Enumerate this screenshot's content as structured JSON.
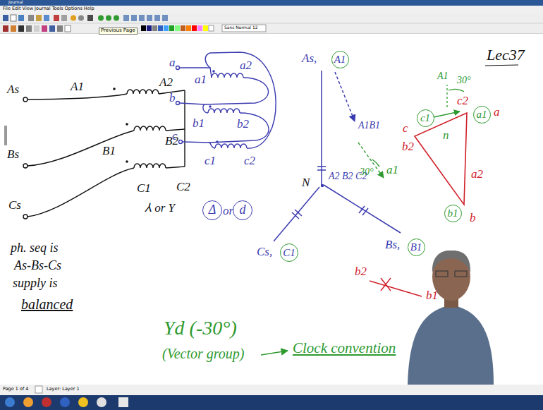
{
  "diagram": {
    "nodes": [
      {
        "text": [
          "Δ"
        ]
      },
      {
        "text": [
          "d"
        ]
      },
      {
        "text": [
          "A1"
        ]
      },
      {
        "text": [
          "B1"
        ]
      },
      {
        "text": [
          "C1"
        ]
      },
      {
        "text": [
          "a1"
        ]
      },
      {
        "text": [
          "c1"
        ]
      },
      {
        "text": [
          "b1"
        ]
      }
    ],
    "labels": [
      "Journal",
      "File Edit View Journal Tools Options Help",
      "Previous Page",
      "Sans Normal 12",
      "Lec37",
      "As",
      "A1",
      "A2",
      "Bs",
      "B1",
      "B2",
      "Cs",
      "C1",
      "C2",
      "⅄ or Y",
      "a",
      "a1",
      "a2",
      "b",
      "b1",
      "b2",
      "c",
      "c1",
      "c2",
      "or",
      "ph. seq is",
      "As-Bs-Cs",
      "supply is",
      "balanced",
      "As,",
      "N",
      "A2 B2 C2",
      "A1B1",
      "30°",
      "a1",
      "Bs,",
      "Cs,",
      "b2",
      "b1",
      "Yd (-30°)",
      "(Vector group)",
      "Clock convention",
      "A1",
      "30°",
      "c2",
      "a",
      "c",
      "b2",
      "n",
      "a2",
      "b",
      "Page 1 of 4",
      "Layer: Layer 1"
    ]
  }
}
